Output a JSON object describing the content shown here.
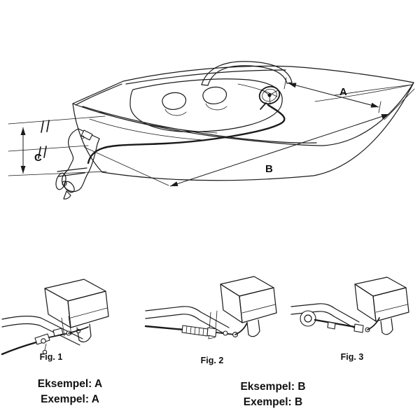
{
  "page": {
    "background": "#ffffff",
    "ink": "#1a1a1a"
  },
  "boat_diagram": {
    "dimension_labels": {
      "a": "A",
      "b": "B",
      "c": "C"
    }
  },
  "figures": [
    {
      "caption": "Fig. 1"
    },
    {
      "caption": "Fig. 2"
    },
    {
      "caption": "Fig. 3"
    }
  ],
  "examples": [
    {
      "lines": [
        "Eksempel: A",
        "Exempel: A"
      ]
    },
    {
      "lines": [
        "Eksempel: B",
        "Exempel: B"
      ]
    }
  ]
}
